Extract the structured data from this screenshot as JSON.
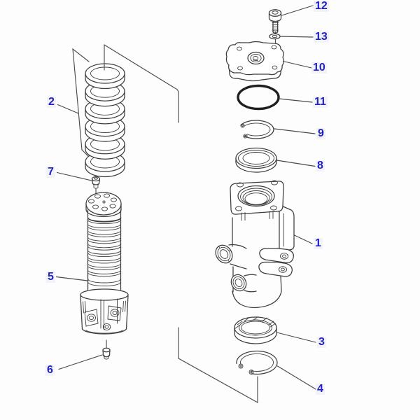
{
  "colors": {
    "label": "#2222c4",
    "line": "#3c3c3c",
    "bg": "#fdfdfd"
  },
  "callouts": {
    "c1": "1",
    "c2": "2",
    "c3": "3",
    "c4": "4",
    "c5": "5",
    "c6": "6",
    "c7": "7",
    "c8": "8",
    "c9": "9",
    "c10": "10",
    "c11": "11",
    "c12": "12",
    "c13": "13"
  }
}
